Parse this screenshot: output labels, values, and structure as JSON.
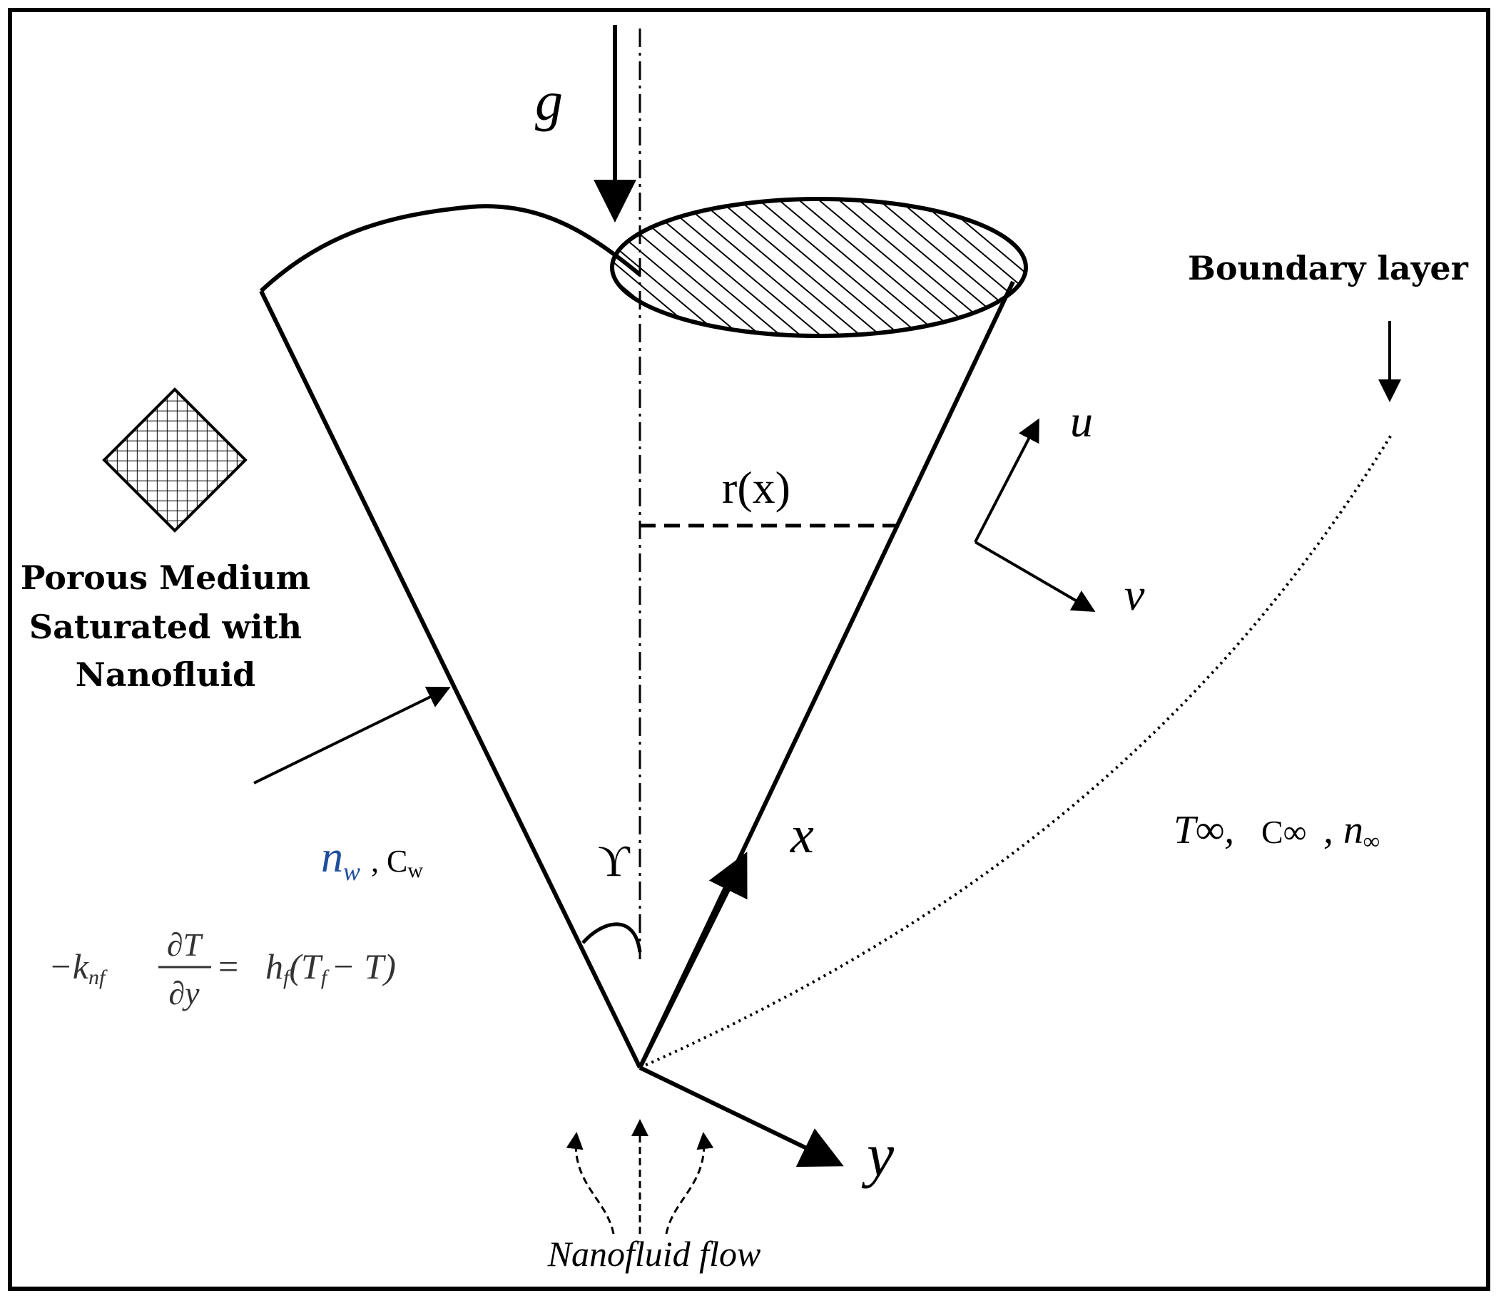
{
  "labels": {
    "gravity": "g",
    "radius": "r(x)",
    "velocity_u": "u",
    "velocity_v": "v",
    "axis_x": "x",
    "axis_y": "y",
    "angle": "ϒ",
    "boundary_layer": "Boundary layer",
    "porous_medium": [
      "Porous Medium",
      "Saturated with",
      "Nanofluid"
    ],
    "wall_n": "n",
    "wall_n_sub": "w",
    "wall_c": ", C",
    "wall_c_sub": "w",
    "ambient_T": "T∞,",
    "ambient_C": "C∞",
    "ambient_n": ", n",
    "ambient_n_sub": "∞",
    "nanofluid_flow": "Nanofluid flow",
    "bc_left": "−k",
    "bc_left_sub": "nf",
    "bc_num": "∂T",
    "bc_den": "∂y",
    "bc_eq": "=",
    "bc_h": "h",
    "bc_h_sub": "f",
    "bc_paren": "(T",
    "bc_Tf_sub": "f",
    "bc_rest": "− T)"
  },
  "colors": {
    "line": "#000000",
    "wall_n_color": "#1f4e9c",
    "background": "#ffffff"
  }
}
